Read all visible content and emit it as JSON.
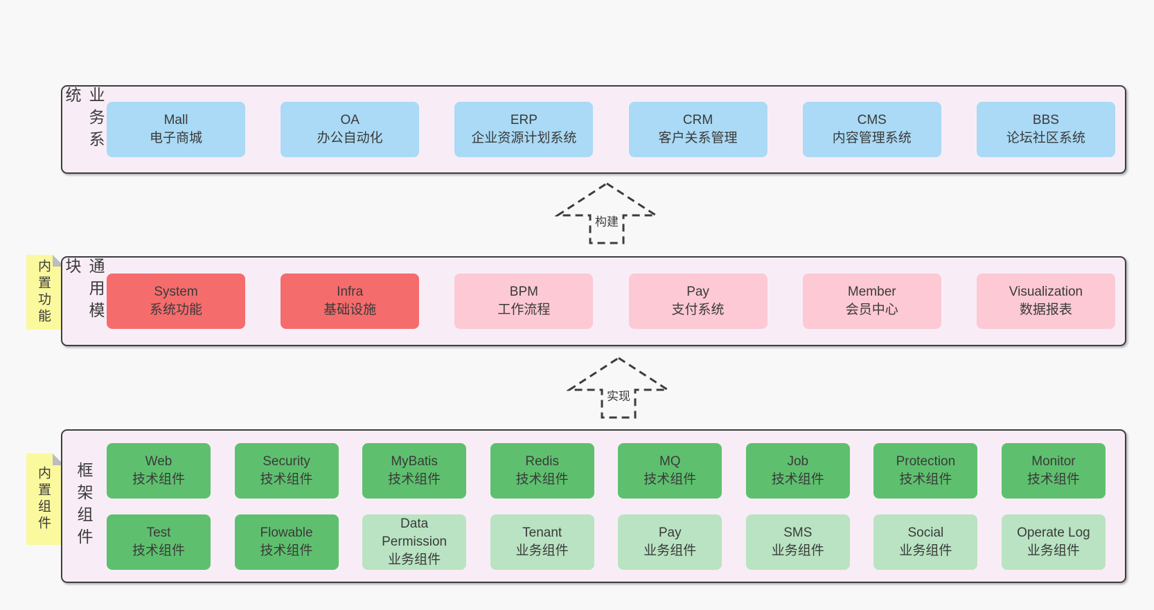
{
  "diagram": {
    "sections": [
      {
        "id": "business-systems",
        "label": "业务系统",
        "note": null,
        "rows": [
          [
            {
              "title": "Mall",
              "subtitle": "电子商城",
              "type": "business_system"
            },
            {
              "title": "OA",
              "subtitle": "办公自动化",
              "type": "business_system"
            },
            {
              "title": "ERP",
              "subtitle": "企业资源计划系统",
              "type": "business_system"
            },
            {
              "title": "CRM",
              "subtitle": "客户关系管理",
              "type": "business_system"
            },
            {
              "title": "CMS",
              "subtitle": "内容管理系统",
              "type": "business_system"
            },
            {
              "title": "BBS",
              "subtitle": "论坛社区系统",
              "type": "business_system"
            }
          ]
        ]
      },
      {
        "id": "common-modules",
        "label": "通用模块",
        "note": "内置功能",
        "rows": [
          [
            {
              "title": "System",
              "subtitle": "系统功能",
              "type": "core_module"
            },
            {
              "title": "Infra",
              "subtitle": "基础设施",
              "type": "core_module"
            },
            {
              "title": "BPM",
              "subtitle": "工作流程",
              "type": "optional_module"
            },
            {
              "title": "Pay",
              "subtitle": "支付系统",
              "type": "optional_module"
            },
            {
              "title": "Member",
              "subtitle": "会员中心",
              "type": "optional_module"
            },
            {
              "title": "Visualization",
              "subtitle": "数据报表",
              "type": "optional_module"
            }
          ]
        ]
      },
      {
        "id": "framework-components",
        "label": "框架组件",
        "note": "内置组件",
        "rows": [
          [
            {
              "title": "Web",
              "subtitle": "技术组件",
              "type": "tech_component"
            },
            {
              "title": "Security",
              "subtitle": "技术组件",
              "type": "tech_component"
            },
            {
              "title": "MyBatis",
              "subtitle": "技术组件",
              "type": "tech_component"
            },
            {
              "title": "Redis",
              "subtitle": "技术组件",
              "type": "tech_component"
            },
            {
              "title": "MQ",
              "subtitle": "技术组件",
              "type": "tech_component"
            },
            {
              "title": "Job",
              "subtitle": "技术组件",
              "type": "tech_component"
            },
            {
              "title": "Protection",
              "subtitle": "技术组件",
              "type": "tech_component"
            },
            {
              "title": "Monitor",
              "subtitle": "技术组件",
              "type": "tech_component"
            }
          ],
          [
            {
              "title": "Test",
              "subtitle": "技术组件",
              "type": "tech_component"
            },
            {
              "title": "Flowable",
              "subtitle": "技术组件",
              "type": "tech_component"
            },
            {
              "title": "Data Permission",
              "subtitle": "业务组件",
              "type": "biz_component"
            },
            {
              "title": "Tenant",
              "subtitle": "业务组件",
              "type": "biz_component"
            },
            {
              "title": "Pay",
              "subtitle": "业务组件",
              "type": "biz_component"
            },
            {
              "title": "SMS",
              "subtitle": "业务组件",
              "type": "biz_component"
            },
            {
              "title": "Social",
              "subtitle": "业务组件",
              "type": "biz_component"
            },
            {
              "title": "Operate Log",
              "subtitle": "业务组件",
              "type": "biz_component"
            }
          ]
        ]
      }
    ],
    "arrows": [
      {
        "label": "构建"
      },
      {
        "label": "实现"
      }
    ],
    "colors": {
      "background": "#f8f8f8",
      "panel_fill": "#f8edf6",
      "panel_border": "#3e3e3e",
      "business_system": "#aadaf5",
      "core_module": "#f56c6c",
      "optional_module": "#fcc9d4",
      "tech_component": "#5ec06e",
      "biz_component": "#b9e3c2",
      "sticky_note": "#fbf99e",
      "note_fold": "#bdbdbd",
      "text": "#3a3a3a"
    }
  }
}
